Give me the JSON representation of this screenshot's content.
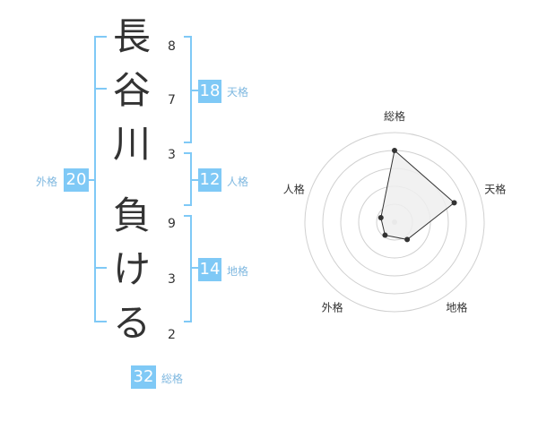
{
  "name": {
    "chars": [
      "長",
      "谷",
      "川",
      "負",
      "け",
      "る"
    ],
    "strokes": [
      "8",
      "7",
      "3",
      "9",
      "3",
      "2"
    ]
  },
  "fortune": {
    "tenkaku": {
      "label": "天格",
      "value": "18"
    },
    "jinkaku": {
      "label": "人格",
      "value": "12"
    },
    "chikaku": {
      "label": "地格",
      "value": "14"
    },
    "gaikaku": {
      "label": "外格",
      "value": "20"
    },
    "soukaku": {
      "label": "総格",
      "value": "32"
    }
  },
  "colors": {
    "accent": "#7fc9f6",
    "label": "#7fb8e0",
    "text": "#333333",
    "ring": "#d0d0d0",
    "fill": "#eeeeee"
  },
  "chart_data": {
    "type": "radar",
    "axes": [
      "総格",
      "天格",
      "地格",
      "外格",
      "人格"
    ],
    "values": [
      4.0,
      3.5,
      1.2,
      0.9,
      0.8
    ],
    "rmax": 5,
    "rings": 5
  }
}
